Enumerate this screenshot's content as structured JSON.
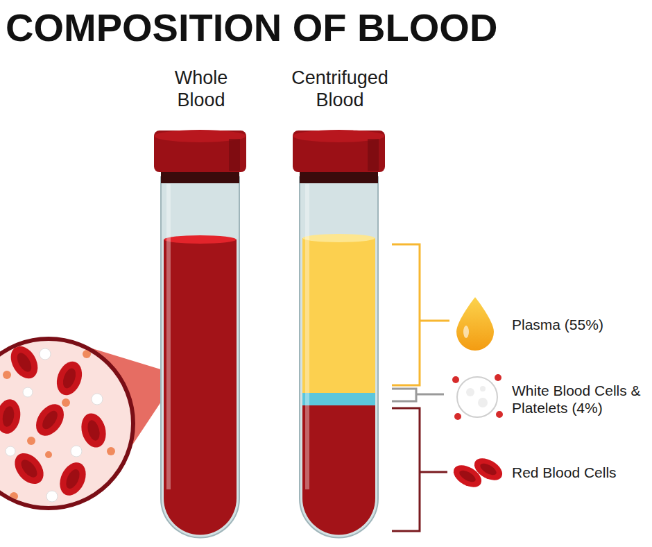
{
  "diagram": {
    "title": "COMPOSITION OF BLOOD",
    "labels": [
      "Whole Blood",
      "Centrifuged Blood",
      "Plasma (55%)",
      "White Blood Cells & Platelets (4%)",
      "Red Blood Cells"
    ]
  }
}
